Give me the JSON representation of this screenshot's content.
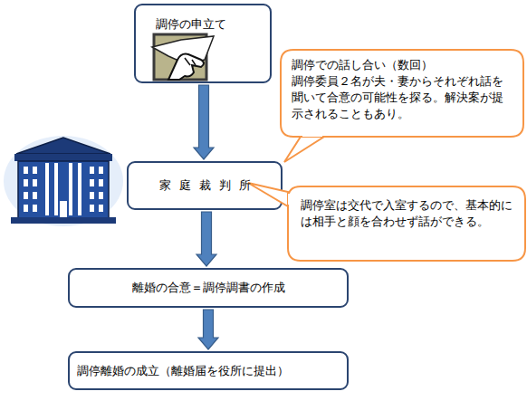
{
  "diagram": {
    "nodes": [
      {
        "text": [
          "調停の申立て"
        ]
      },
      {
        "text": [
          "調停での話し合い（数回）",
          "調停委員２名が夫・妻からそれぞれ話を聞いて合意の可能性を探る。解決案が提示されることもあり。"
        ]
      },
      {
        "text": [
          "家庭裁判所"
        ]
      },
      {
        "text": [
          "調停室は交代で入室するので、基本的には相手と顔を合わせず話ができる。"
        ]
      },
      {
        "text": [
          "離婚の合意＝調停調書の作成"
        ]
      },
      {
        "text": [
          "調停離婚の成立（離婚届を役所に提出）"
        ]
      }
    ],
    "edges": [
      {
        "from": 0,
        "to": 2,
        "arrow": "to"
      },
      {
        "from": 2,
        "to": 4,
        "arrow": "to"
      },
      {
        "from": 4,
        "to": 5,
        "arrow": "to"
      }
    ]
  }
}
